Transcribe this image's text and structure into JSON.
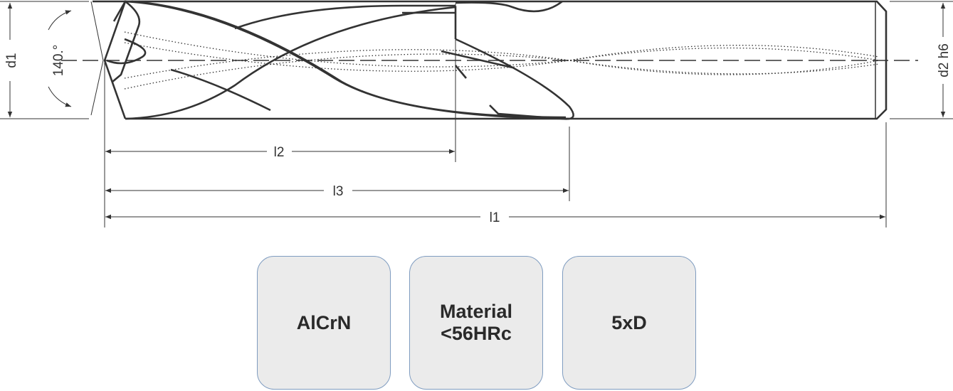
{
  "drawing": {
    "labels": {
      "d1": "d1",
      "angle": "140.°",
      "d2": "d2 h6",
      "l1": "l1",
      "l2": "l2",
      "l3": "l3"
    }
  },
  "badges": [
    {
      "line1": "AlCrN",
      "line2": ""
    },
    {
      "line1": "Material",
      "line2": "<56HRc"
    },
    {
      "line1": "5xD",
      "line2": ""
    }
  ]
}
